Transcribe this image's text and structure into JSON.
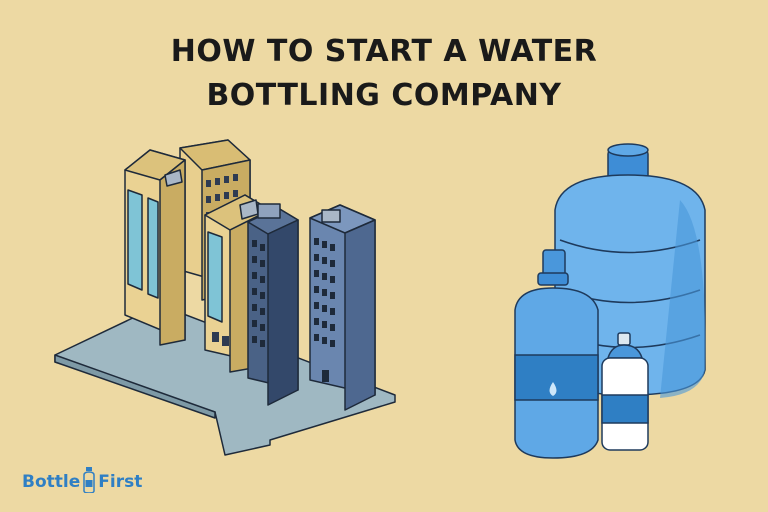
{
  "title": {
    "line1": "HOW TO START A WATER",
    "line2": "BOTTLING COMPANY"
  },
  "logo": {
    "part1": "Bottle",
    "part2": "First",
    "icon": "bottle-icon"
  },
  "colors": {
    "background": "#EDD9A3",
    "water_blue": "#5FA8E6",
    "water_dark": "#2F7FC4",
    "building_tan": "#E8CF8E",
    "building_navy": "#4A6286"
  },
  "illustration": {
    "left": "city-buildings-illustration",
    "right": "water-bottles-illustration"
  }
}
